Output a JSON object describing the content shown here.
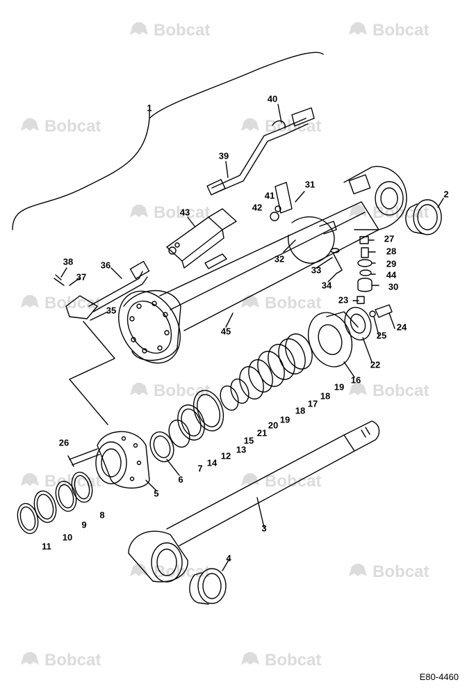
{
  "watermark": {
    "text": "Bobcat",
    "color": "#dcdcdc"
  },
  "figure_ref": "E80-4460",
  "callouts": [
    "1",
    "2",
    "3",
    "4",
    "5",
    "6",
    "7",
    "8",
    "9",
    "10",
    "11",
    "12",
    "13",
    "14",
    "15",
    "16",
    "17",
    "18",
    "18",
    "19",
    "19",
    "20",
    "21",
    "22",
    "23",
    "24",
    "25",
    "26",
    "27",
    "28",
    "29",
    "30",
    "31",
    "32",
    "33",
    "34",
    "35",
    "36",
    "37",
    "38",
    "39",
    "40",
    "41",
    "42",
    "43",
    "44",
    "45"
  ]
}
